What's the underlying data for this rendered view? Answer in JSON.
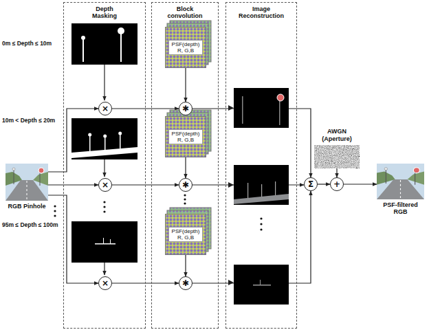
{
  "diagram": {
    "nodes": [
      {
        "text": [
          "RGB Pinhole"
        ]
      },
      {
        "text": [
          "Depth Masking"
        ]
      },
      {
        "text": [
          "×"
        ],
        "in": 1
      },
      {
        "text": [
          "×"
        ],
        "in": 1
      },
      {
        "text": [
          "×"
        ],
        "in": 1
      },
      {
        "text": [
          "Block convolution"
        ]
      },
      {
        "text": [
          "PSF(depth) R, G,B"
        ],
        "in": 5
      },
      {
        "text": [
          "✱"
        ],
        "in": 5
      },
      {
        "text": [
          "PSF(depth) R, G,B"
        ],
        "in": 5
      },
      {
        "text": [
          "✱"
        ],
        "in": 5
      },
      {
        "text": [
          "PSF(depth) R, G,B"
        ],
        "in": 5
      },
      {
        "text": [
          "✱"
        ],
        "in": 5
      },
      {
        "text": [
          "Image Reconstruction"
        ]
      },
      {
        "text": [
          "Σ"
        ]
      },
      {
        "text": [
          "AWGN (Aperture)"
        ]
      },
      {
        "text": [
          "+"
        ]
      },
      {
        "text": [
          "PSF-filtered RGB"
        ]
      }
    ],
    "edges": [
      {
        "from": 0,
        "to": 2,
        "arrow": "to"
      },
      {
        "from": 0,
        "to": 3,
        "arrow": "to"
      },
      {
        "from": 0,
        "to": 4,
        "arrow": "to"
      },
      {
        "from": 2,
        "to": 7,
        "arrow": "to"
      },
      {
        "from": 3,
        "to": 9,
        "arrow": "to"
      },
      {
        "from": 4,
        "to": 11,
        "arrow": "to"
      },
      {
        "from": 6,
        "to": 7,
        "arrow": "to"
      },
      {
        "from": 8,
        "to": 9,
        "arrow": "to"
      },
      {
        "from": 10,
        "to": 11,
        "arrow": "to"
      },
      {
        "from": 7,
        "to": 13,
        "arrow": "to"
      },
      {
        "from": 9,
        "to": 13,
        "arrow": "to"
      },
      {
        "from": 11,
        "to": 13,
        "arrow": "to"
      },
      {
        "from": 14,
        "to": 15,
        "arrow": "to"
      },
      {
        "from": 13,
        "to": 15,
        "arrow": "to"
      },
      {
        "from": 15,
        "to": 16,
        "arrow": "to"
      }
    ],
    "labels": [
      "0m ≤ Depth ≤ 10m",
      "10m < Depth ≤ 20m",
      "95m ≤ Depth ≤ 100m"
    ]
  }
}
